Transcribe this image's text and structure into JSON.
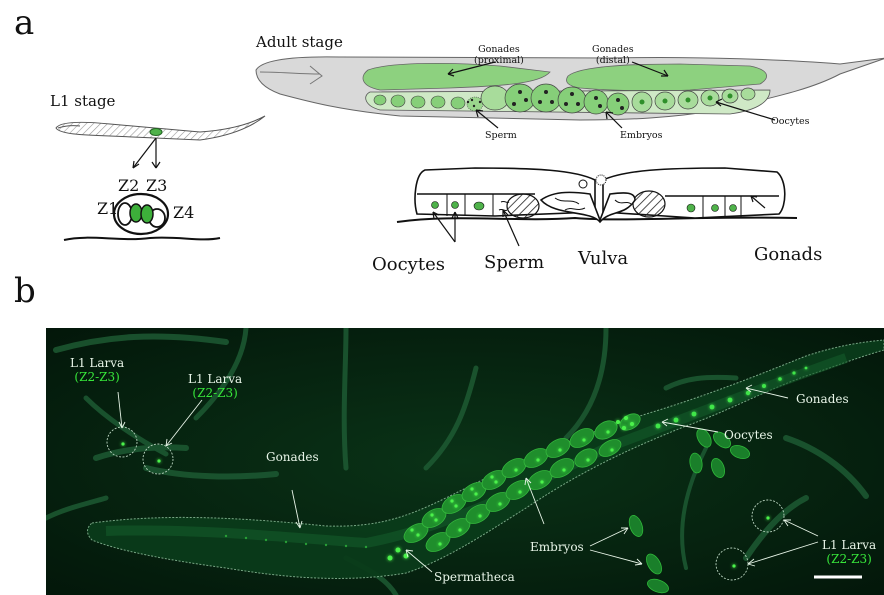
{
  "panel_a": {
    "letter": "a",
    "l1_stage": {
      "title": "L1 stage",
      "cells": {
        "z1": "Z1",
        "z2": "Z2",
        "z3": "Z3",
        "z4": "Z4"
      }
    },
    "adult_stage": {
      "title": "Adult stage",
      "gonades_proximal": "Gonades\n(proximal)",
      "gonades_distal": "Gonades\n(distal)",
      "sperm": "Sperm",
      "embryos": "Embryos",
      "oocytes": "Oocytes"
    },
    "vulva_detail": {
      "oocytes": "Oocytes",
      "sperm": "Sperm",
      "vulva": "Vulva",
      "gonads": "Gonads"
    }
  },
  "panel_b": {
    "letter": "b",
    "labels": {
      "l1_larva_1": "L1 Larva",
      "l1_larva_1_cells": "(Z2-Z3)",
      "l1_larva_2": "L1 Larva",
      "l1_larva_2_cells": "(Z2-Z3)",
      "l1_larva_3": "L1 Larva",
      "l1_larva_3_cells": "(Z2-Z3)",
      "gonades_left": "Gonades",
      "gonades_right": "Gonades",
      "oocytes": "Oocytes",
      "embryos": "Embryos",
      "spermatheca": "Spermatheca"
    }
  },
  "colors": {
    "fluorescent_green": "#37e63a",
    "schematic_green": "#4fb24a",
    "micrograph_background": "#041d0c"
  }
}
